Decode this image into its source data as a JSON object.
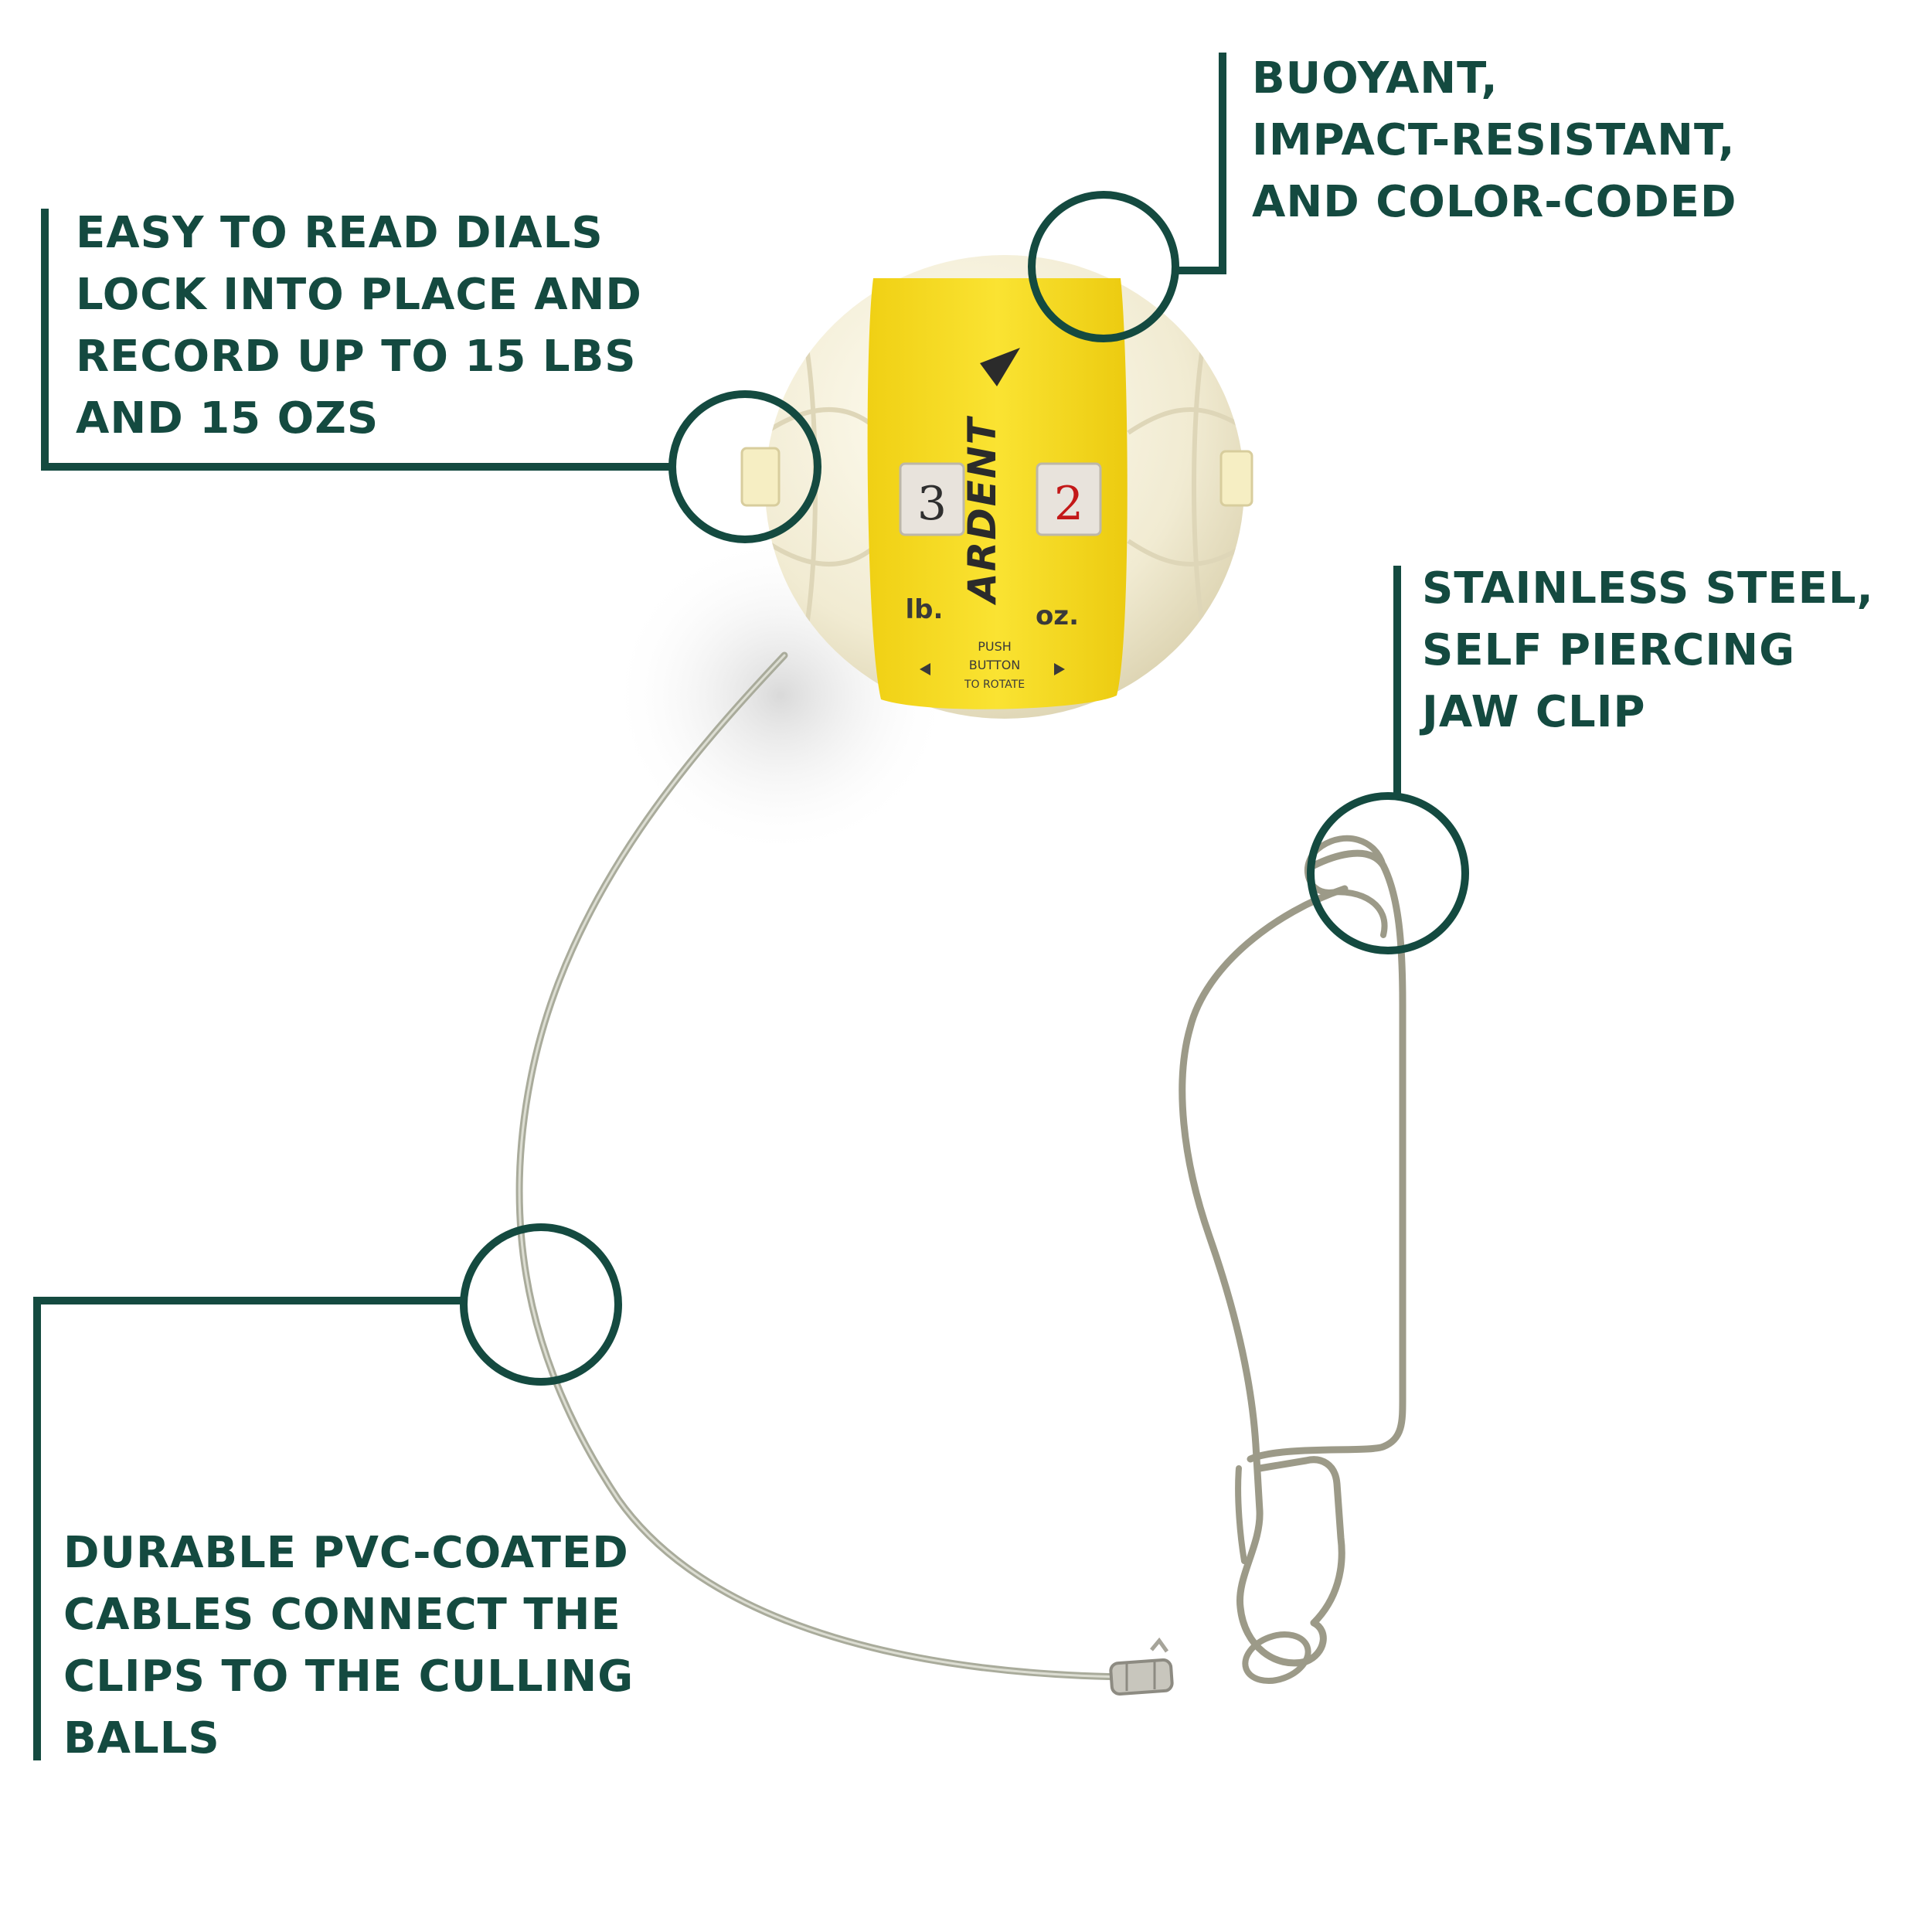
{
  "accent_color": "#144a40",
  "callouts": {
    "dials": {
      "text": "EASY TO READ DIALS\nLOCK INTO PLACE AND\nRECORD UP TO 15 LBS\nAND 15 OZS"
    },
    "buoyant": {
      "text": "BUOYANT,\nIMPACT-RESISTANT,\nAND COLOR-CODED"
    },
    "steel": {
      "text": "STAINLESS STEEL,\nSELF PIERCING\nJAW CLIP"
    },
    "cable": {
      "text": "DURABLE PVC-COATED\nCABLES CONNECT THE\nCLIPS TO THE CULLING\nBALLS"
    }
  },
  "product": {
    "brand": "ARDENT",
    "dial_lb": "3",
    "dial_oz": "2",
    "lb_label": "lb.",
    "oz_label": "oz.",
    "push_text": [
      "PUSH",
      "BUTTON",
      "TO ROTATE"
    ],
    "ball_color": "#f3efd9",
    "band_color": "#f7de1c"
  }
}
